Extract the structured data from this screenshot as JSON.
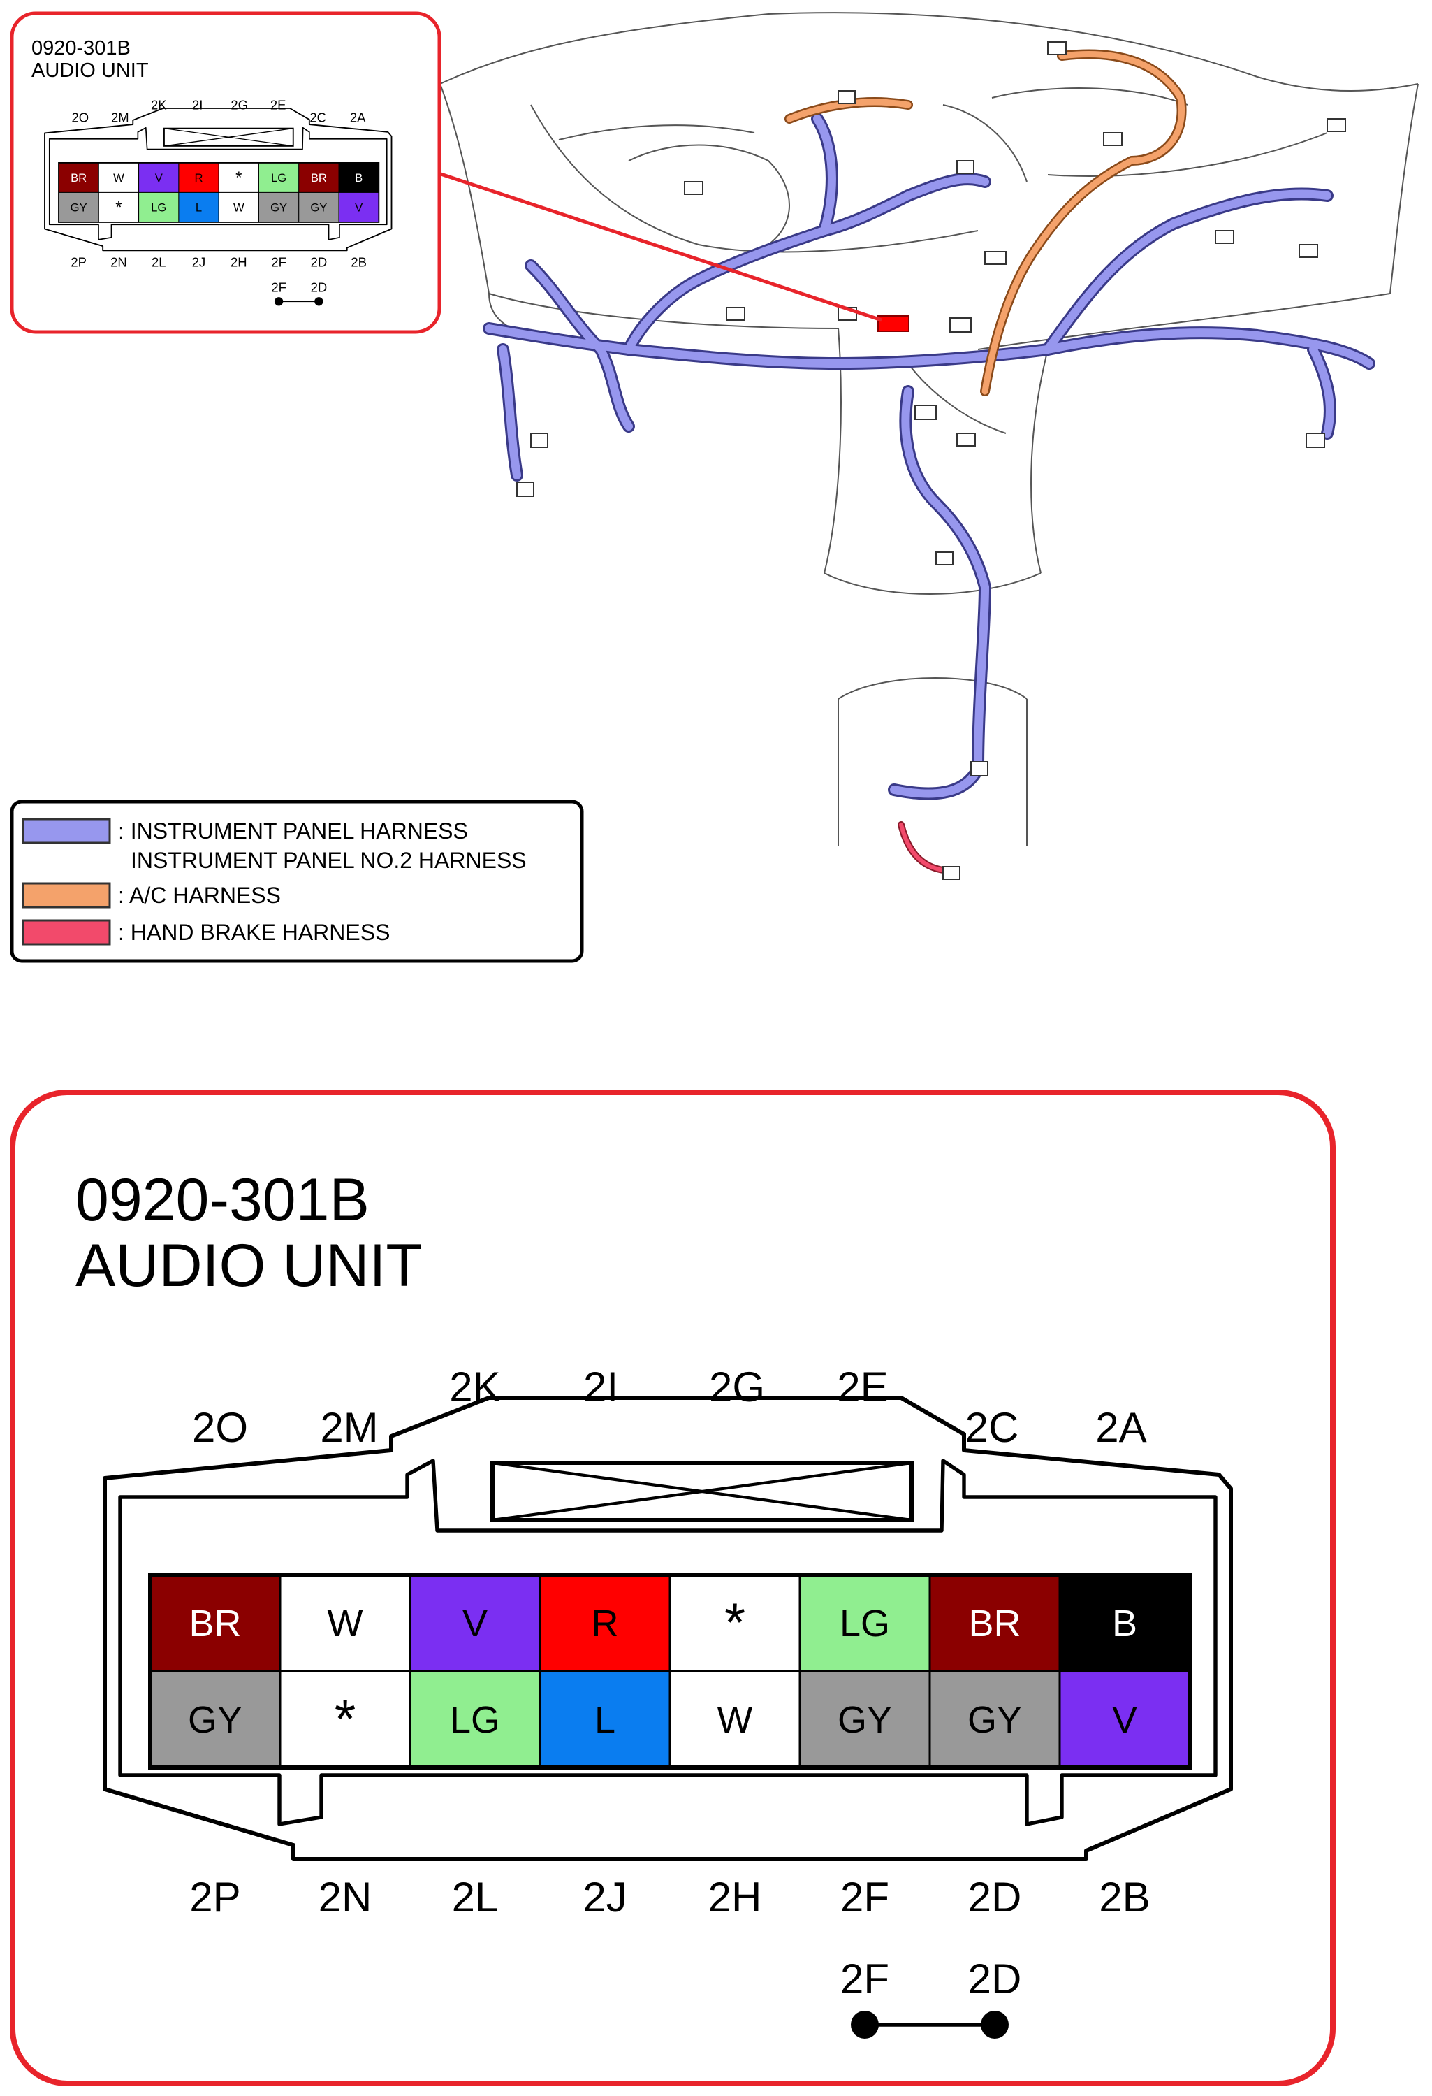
{
  "small_callout": {
    "code": "0920-301B",
    "name": "AUDIO UNIT"
  },
  "legend": {
    "items": [
      {
        "line1": ": INSTRUMENT PANEL HARNESS",
        "line2": "INSTRUMENT PANEL NO.2 HARNESS",
        "color": "#9797ee"
      },
      {
        "line1": ": A/C HARNESS",
        "line2": "",
        "color": "#f4a26b"
      },
      {
        "line1": ": HAND BRAKE HARNESS",
        "line2": "",
        "color": "#f24a6b"
      }
    ]
  },
  "connector": {
    "code": "0920-301B",
    "name": "AUDIO UNIT",
    "top_labels": {
      "outer": [
        "2O",
        "2M",
        "2C",
        "2A"
      ],
      "inner": [
        "2K",
        "2I",
        "2G",
        "2E"
      ]
    },
    "bottom_labels": [
      "2P",
      "2N",
      "2L",
      "2J",
      "2H",
      "2F",
      "2D",
      "2B"
    ],
    "top_row": [
      {
        "code": "BR",
        "fill": "#8b0000",
        "text": "#ffffff"
      },
      {
        "code": "W",
        "fill": "#ffffff",
        "text": "#000000"
      },
      {
        "code": "V",
        "fill": "#7b2ff2",
        "text": "#000000"
      },
      {
        "code": "R",
        "fill": "#ff0000",
        "text": "#000000"
      },
      {
        "code": "*",
        "fill": "#ffffff",
        "text": "#000000"
      },
      {
        "code": "LG",
        "fill": "#90ee90",
        "text": "#000000"
      },
      {
        "code": "BR",
        "fill": "#8b0000",
        "text": "#ffffff"
      },
      {
        "code": "B",
        "fill": "#000000",
        "text": "#ffffff"
      }
    ],
    "bottom_row": [
      {
        "code": "GY",
        "fill": "#999999",
        "text": "#000000"
      },
      {
        "code": "*",
        "fill": "#ffffff",
        "text": "#000000"
      },
      {
        "code": "LG",
        "fill": "#90ee90",
        "text": "#000000"
      },
      {
        "code": "L",
        "fill": "#0a7df0",
        "text": "#000000"
      },
      {
        "code": "W",
        "fill": "#ffffff",
        "text": "#000000"
      },
      {
        "code": "GY",
        "fill": "#999999",
        "text": "#000000"
      },
      {
        "code": "GY",
        "fill": "#999999",
        "text": "#000000"
      },
      {
        "code": "V",
        "fill": "#7b2ff2",
        "text": "#000000"
      }
    ],
    "jumper": {
      "from": "2F",
      "to": "2D"
    }
  },
  "colors": {
    "callout_border": "#e8242b",
    "highlight_connector": "#ff0000"
  }
}
